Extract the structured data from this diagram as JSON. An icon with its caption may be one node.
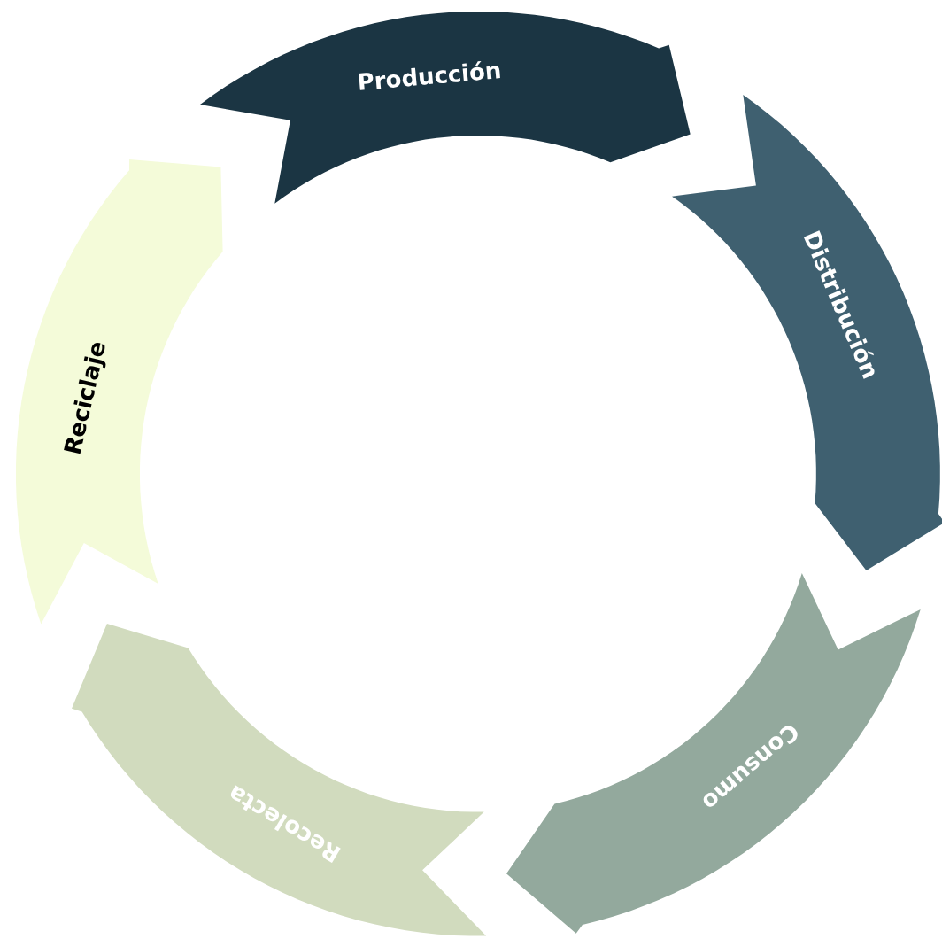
{
  "diagram": {
    "nodes": [
      {
        "text": [
          "Producción"
        ]
      },
      {
        "text": [
          "Distribución"
        ]
      },
      {
        "text": [
          "Consumo"
        ]
      },
      {
        "text": [
          "Recolecta"
        ]
      },
      {
        "text": [
          "Reciclaje"
        ]
      }
    ]
  }
}
